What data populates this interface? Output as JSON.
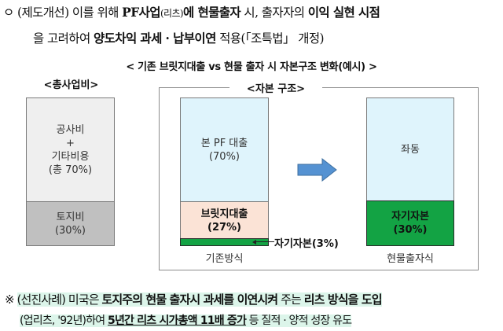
{
  "intro": {
    "bullet": "ㅇ",
    "line1": {
      "prefix": "(제도개선)",
      "text_a": " 이를 위해 ",
      "bold_pf": "PF사업",
      "small_reits": "(리츠)",
      "bold_b": "에 현물출자",
      "text_b": " 시, 출자자의 ",
      "bold_c": "이익 실현 시점"
    },
    "line2": {
      "text_a": "을 고려하여 ",
      "bold_a": "양도차익 과세 · 납부이연",
      "text_b": " 적용(「조특법」 개정)"
    }
  },
  "diagram": {
    "title": "< 기존 브릿지대출 vs 현물 출자 시 자본구조 변화(예시) >",
    "left_label": "<총사업비>",
    "frame_label": "<자본 구조>",
    "colors": {
      "gray_light": "#efefef",
      "gray_dark": "#c0c0c0",
      "light_blue": "#dff4fc",
      "peach": "#fbe3d6",
      "green": "#13a344",
      "arrow_blue": "#5592d2"
    },
    "total_cost": {
      "upper": {
        "lines": [
          "공사비",
          "+",
          "기타비용",
          "(총 70%)"
        ]
      },
      "lower": {
        "lines": [
          "토지비",
          "(30%)"
        ]
      }
    },
    "existing": {
      "caption": "기존방식",
      "main_pf": {
        "lines": [
          "본 PF 대출",
          "(70%)"
        ]
      },
      "bridge": {
        "lines": [
          "브릿지대출",
          "(27%)"
        ]
      },
      "equity_callout": "자기자본(3%)"
    },
    "in_kind": {
      "caption": "현물출자식",
      "same": {
        "label": "좌동"
      },
      "equity": {
        "lines": [
          "자기자본",
          "(30%)"
        ]
      }
    }
  },
  "note": {
    "mark": "※",
    "line1": {
      "prefix": "(선진사례)",
      "text_a": " 미국은 ",
      "bold_a": "토지주의 현물 출자시 과세를 이연시켜",
      "text_b": " 주는 ",
      "bold_b": "리츠 방식을 도입"
    },
    "line2": {
      "text_a": "(업리츠, '92년)하여 ",
      "underlined": "5년간 리츠 시가총액 11배 증가",
      "text_b": " 등 질적 · 양적 성장 유도"
    }
  }
}
